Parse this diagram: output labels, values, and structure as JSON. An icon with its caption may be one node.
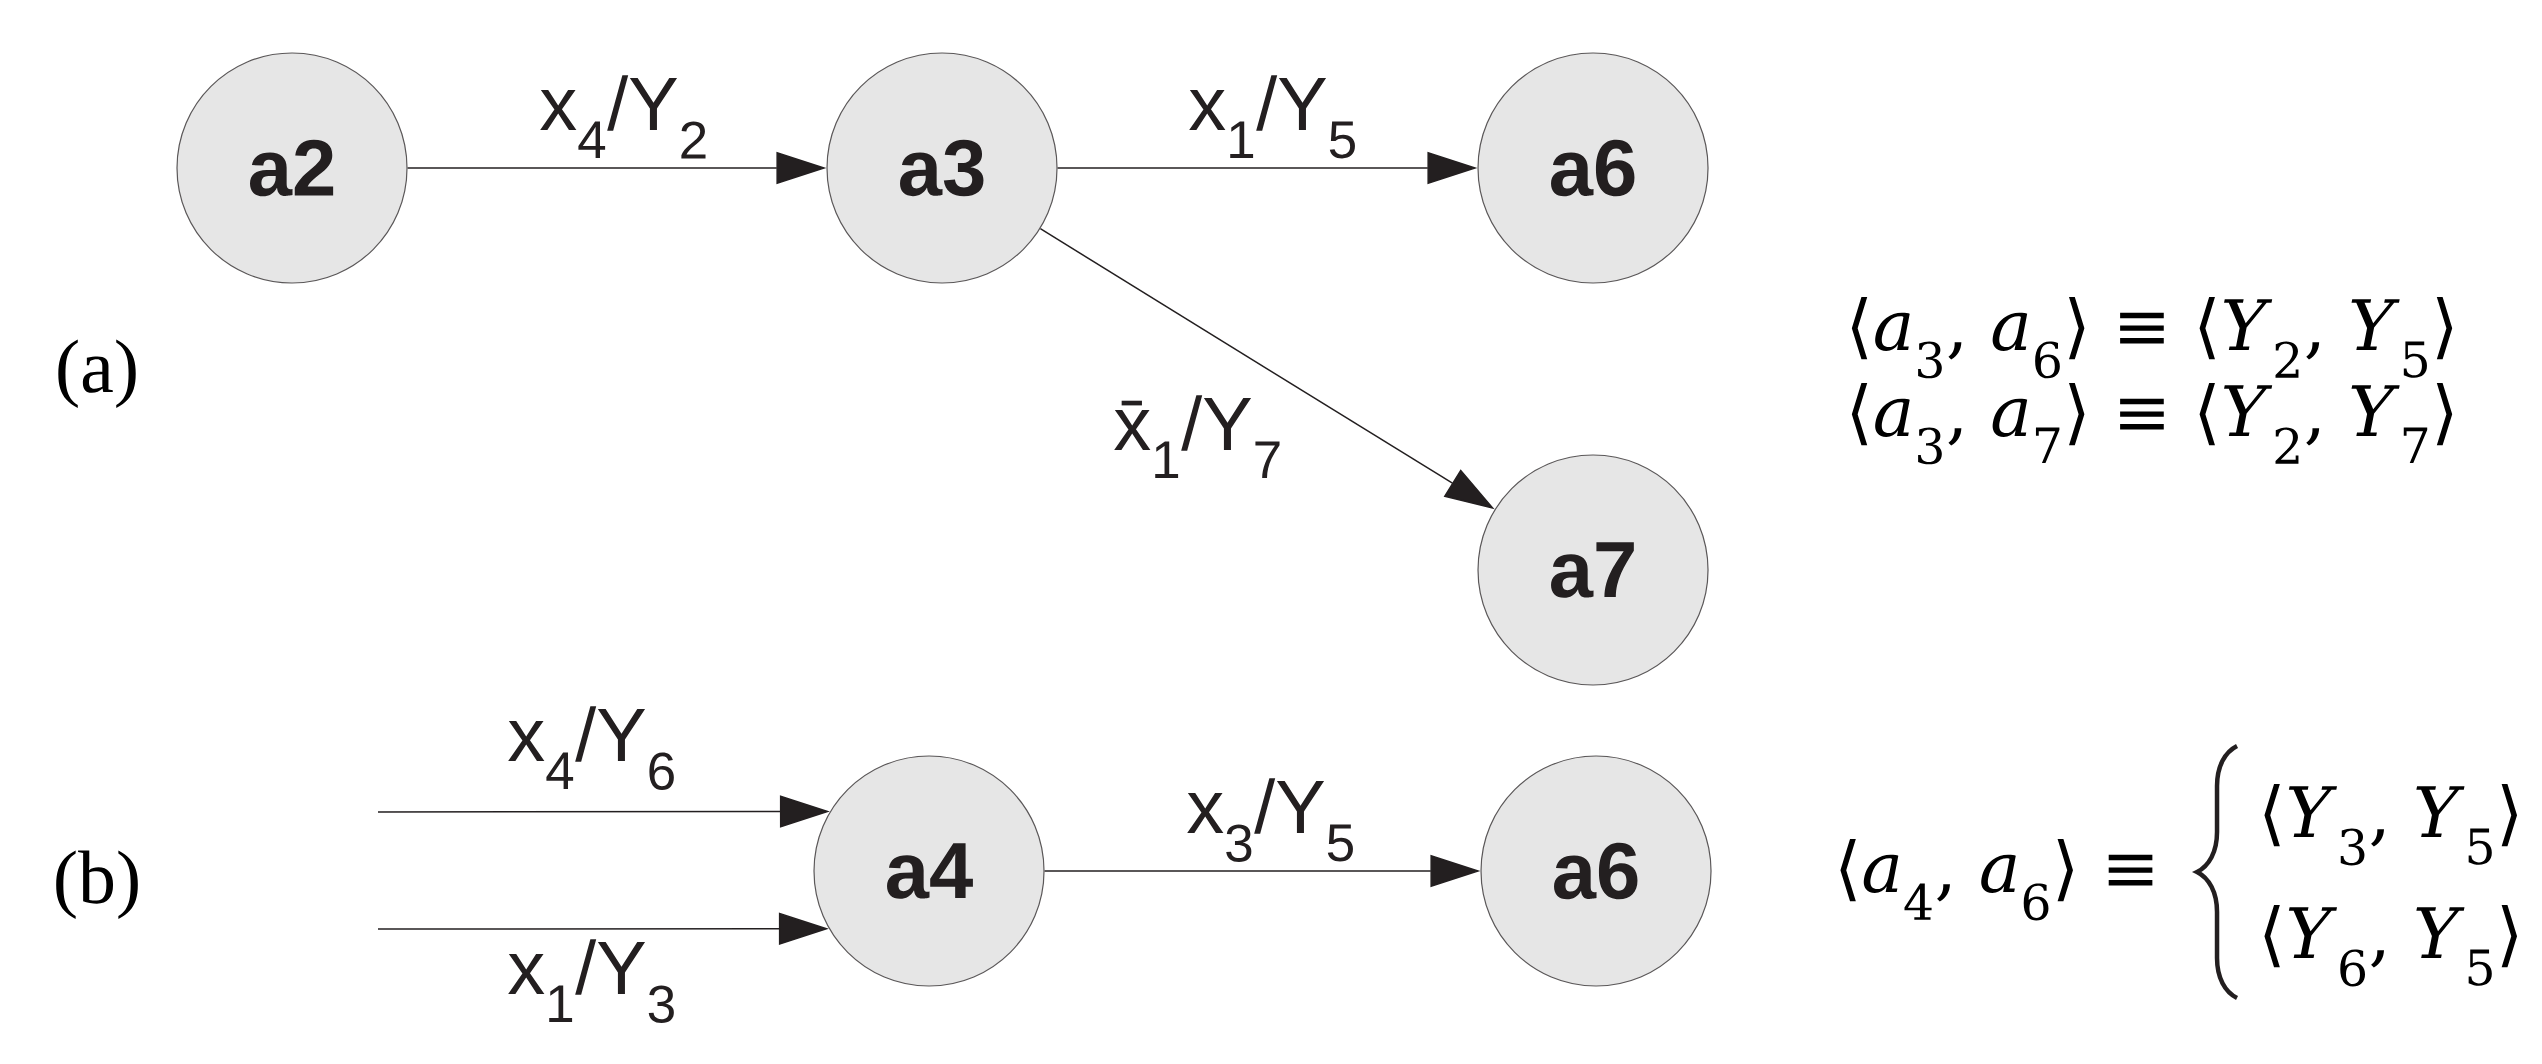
{
  "diagram": {
    "nodes": [
      {
        "text": [
          "a2"
        ]
      },
      {
        "text": [
          "a3"
        ]
      },
      {
        "text": [
          "a6"
        ]
      },
      {
        "text": [
          "a7"
        ]
      },
      {
        "text": [
          "a4"
        ]
      },
      {
        "text": [
          "a6"
        ]
      }
    ],
    "edges": [
      {
        "from": 0,
        "to": 1,
        "arrow": "to",
        "label": "x$_{4}$/Y$_{2}$"
      },
      {
        "from": 1,
        "to": 2,
        "arrow": "to",
        "label": "x$_{1}$/Y$_{5}$"
      },
      {
        "from": 1,
        "to": 3,
        "arrow": "to",
        "label": "x̄$_{1}$/Y$_{7}$"
      },
      {
        "from": null,
        "to": 4,
        "arrow": "to",
        "label": "x$_{4}$/Y$_{6}$"
      },
      {
        "from": null,
        "to": 4,
        "arrow": "to",
        "label": "x$_{1}$/Y$_{3}$"
      },
      {
        "from": 4,
        "to": 5,
        "arrow": "to",
        "label": "x$_{3}$/Y$_{5}$"
      }
    ],
    "labels": [
      "(a)",
      "⟨*a*$_{3}$, *a*$_{6}$⟩ ≡ ⟨*Y*$_{2}$, *Y*$_{5}$⟩",
      "⟨*a*$_{3}$, *a*$_{7}$⟩ ≡ ⟨*Y*$_{2}$, *Y*$_{7}$⟩",
      "(b)",
      "⟨*a*$_{4}$, *a*$_{6}$⟩ ≡",
      "⟨*Y*$_{3}$, *Y*$_{5}$⟩",
      "⟨*Y*$_{6}$, *Y*$_{5}$⟩"
    ]
  }
}
